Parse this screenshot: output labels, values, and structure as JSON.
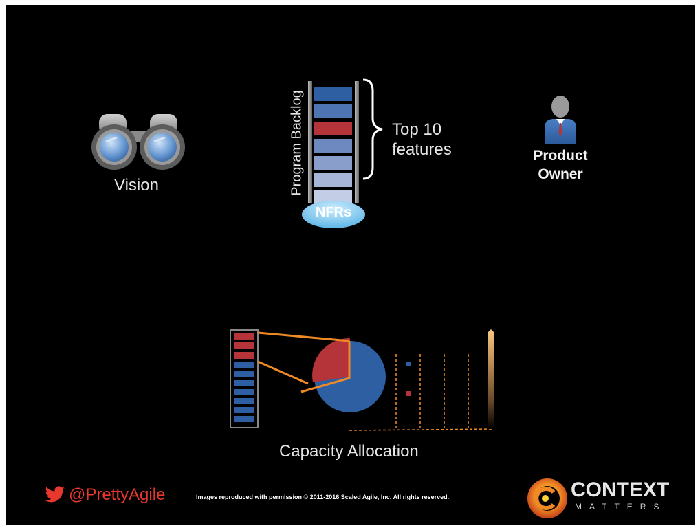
{
  "vision": {
    "label": "Vision"
  },
  "backlog": {
    "vertical_label": "Program Backlog",
    "brace_label_line1": "Top 10",
    "brace_label_line2": "features",
    "base_label": "NFRs"
  },
  "product_owner": {
    "line1": "Product",
    "line2": "Owner"
  },
  "capacity": {
    "label": "Capacity Allocation"
  },
  "footer": {
    "twitter_handle": "@PrettyAgile",
    "copyright": "Images reproduced with permission © 2011-2016 Scaled Agile, Inc. All rights reserved.",
    "logo_word": "CONTEXT",
    "logo_sub": "MATTERS"
  },
  "colors": {
    "background": "#000000",
    "blue": "#2e5fa3",
    "red": "#b5343a",
    "orange": "#f08a24",
    "twitter_red": "#e8372d"
  }
}
